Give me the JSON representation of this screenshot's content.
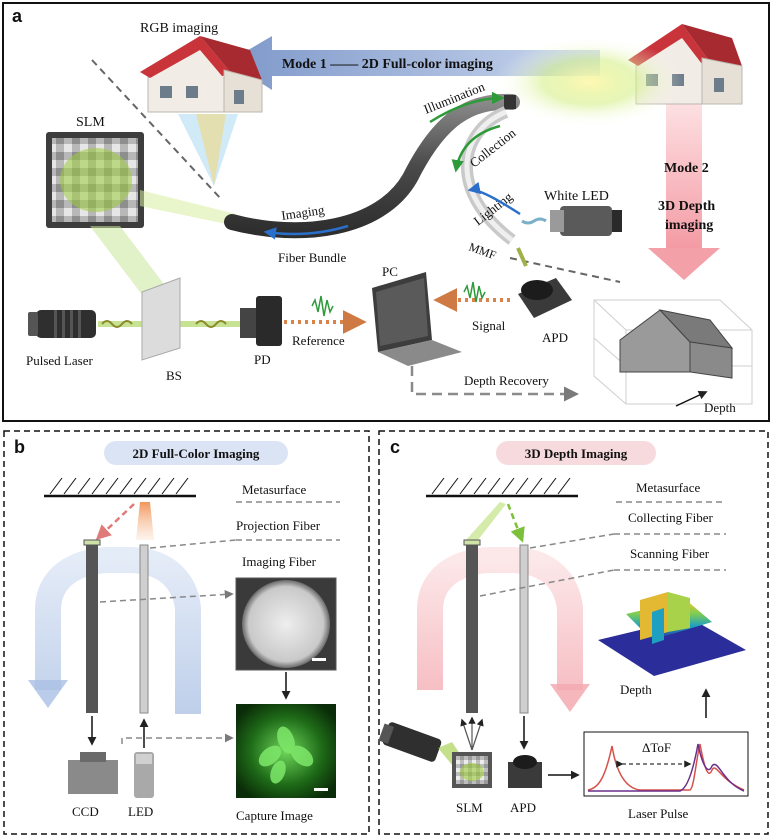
{
  "panel_a": {
    "letter": "a",
    "mode1": "Mode 1 —— 2D Full-color imaging",
    "mode2_line1": "Mode 2",
    "mode2_line2": "3D Depth",
    "mode2_line3": "imaging",
    "rgb_imaging": "RGB imaging",
    "slm": "SLM",
    "illumination": "Illumination",
    "collection": "Collection",
    "lighting": "Lighting",
    "white_led": "White LED",
    "mmf": "MMF",
    "imaging": "Imaging",
    "fiber_bundle": "Fiber Bundle",
    "pc": "PC",
    "pulsed_laser": "Pulsed Laser",
    "bs": "BS",
    "pd": "PD",
    "reference": "Reference",
    "signal": "Signal",
    "apd": "APD",
    "depth_recovery": "Depth Recovery",
    "depth": "Depth"
  },
  "panel_b": {
    "letter": "b",
    "title": "2D Full-Color Imaging",
    "metasurface": "Metasurface",
    "projection_fiber": "Projection Fiber",
    "imaging_fiber": "Imaging Fiber",
    "ccd": "CCD",
    "led": "LED",
    "capture_image": "Capture Image"
  },
  "panel_c": {
    "letter": "c",
    "title": "3D Depth Imaging",
    "metasurface": "Metasurface",
    "collecting_fiber": "Collecting Fiber",
    "scanning_fiber": "Scanning Fiber",
    "depth": "Depth",
    "delta_tof": "ΔToF",
    "slm": "SLM",
    "apd": "APD",
    "laser_pulse": "Laser Pulse"
  },
  "colors": {
    "blue_arrow": "#8fa7d2",
    "pink_arrow": "#f2a0a8",
    "green_beam": "#9ccc3c",
    "orange_dots": "#d9824a",
    "fiber_gray": "#5b5b5b"
  }
}
